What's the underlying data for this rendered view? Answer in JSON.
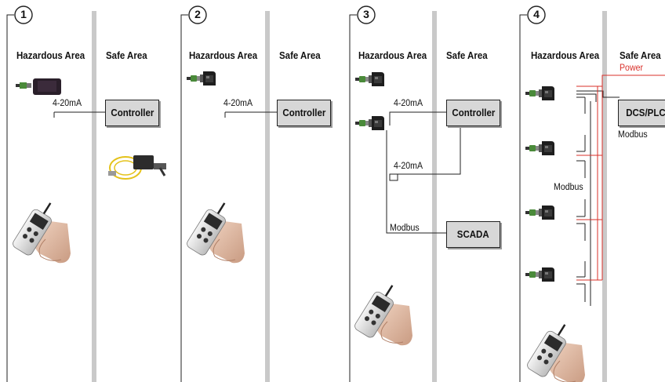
{
  "panels": [
    {
      "number": "1",
      "hazardous": "Hazardous Area",
      "safe": "Safe Area"
    },
    {
      "number": "2",
      "hazardous": "Hazardous Area",
      "safe": "Safe Area"
    },
    {
      "number": "3",
      "hazardous": "Hazardous Area",
      "safe": "Safe Area"
    },
    {
      "number": "4",
      "hazardous": "Hazardous Area",
      "safe": "Safe Area"
    }
  ],
  "signals": {
    "analog": "4-20mA",
    "modbus": "Modbus",
    "power": "Power"
  },
  "boxes": {
    "controller": "Controller",
    "scada": "SCADA",
    "dcs": "DCS/PLC"
  },
  "colors": {
    "power_line": "#d9302a",
    "divider": "#c9c9c9",
    "box_fill": "#d7d7d7"
  }
}
